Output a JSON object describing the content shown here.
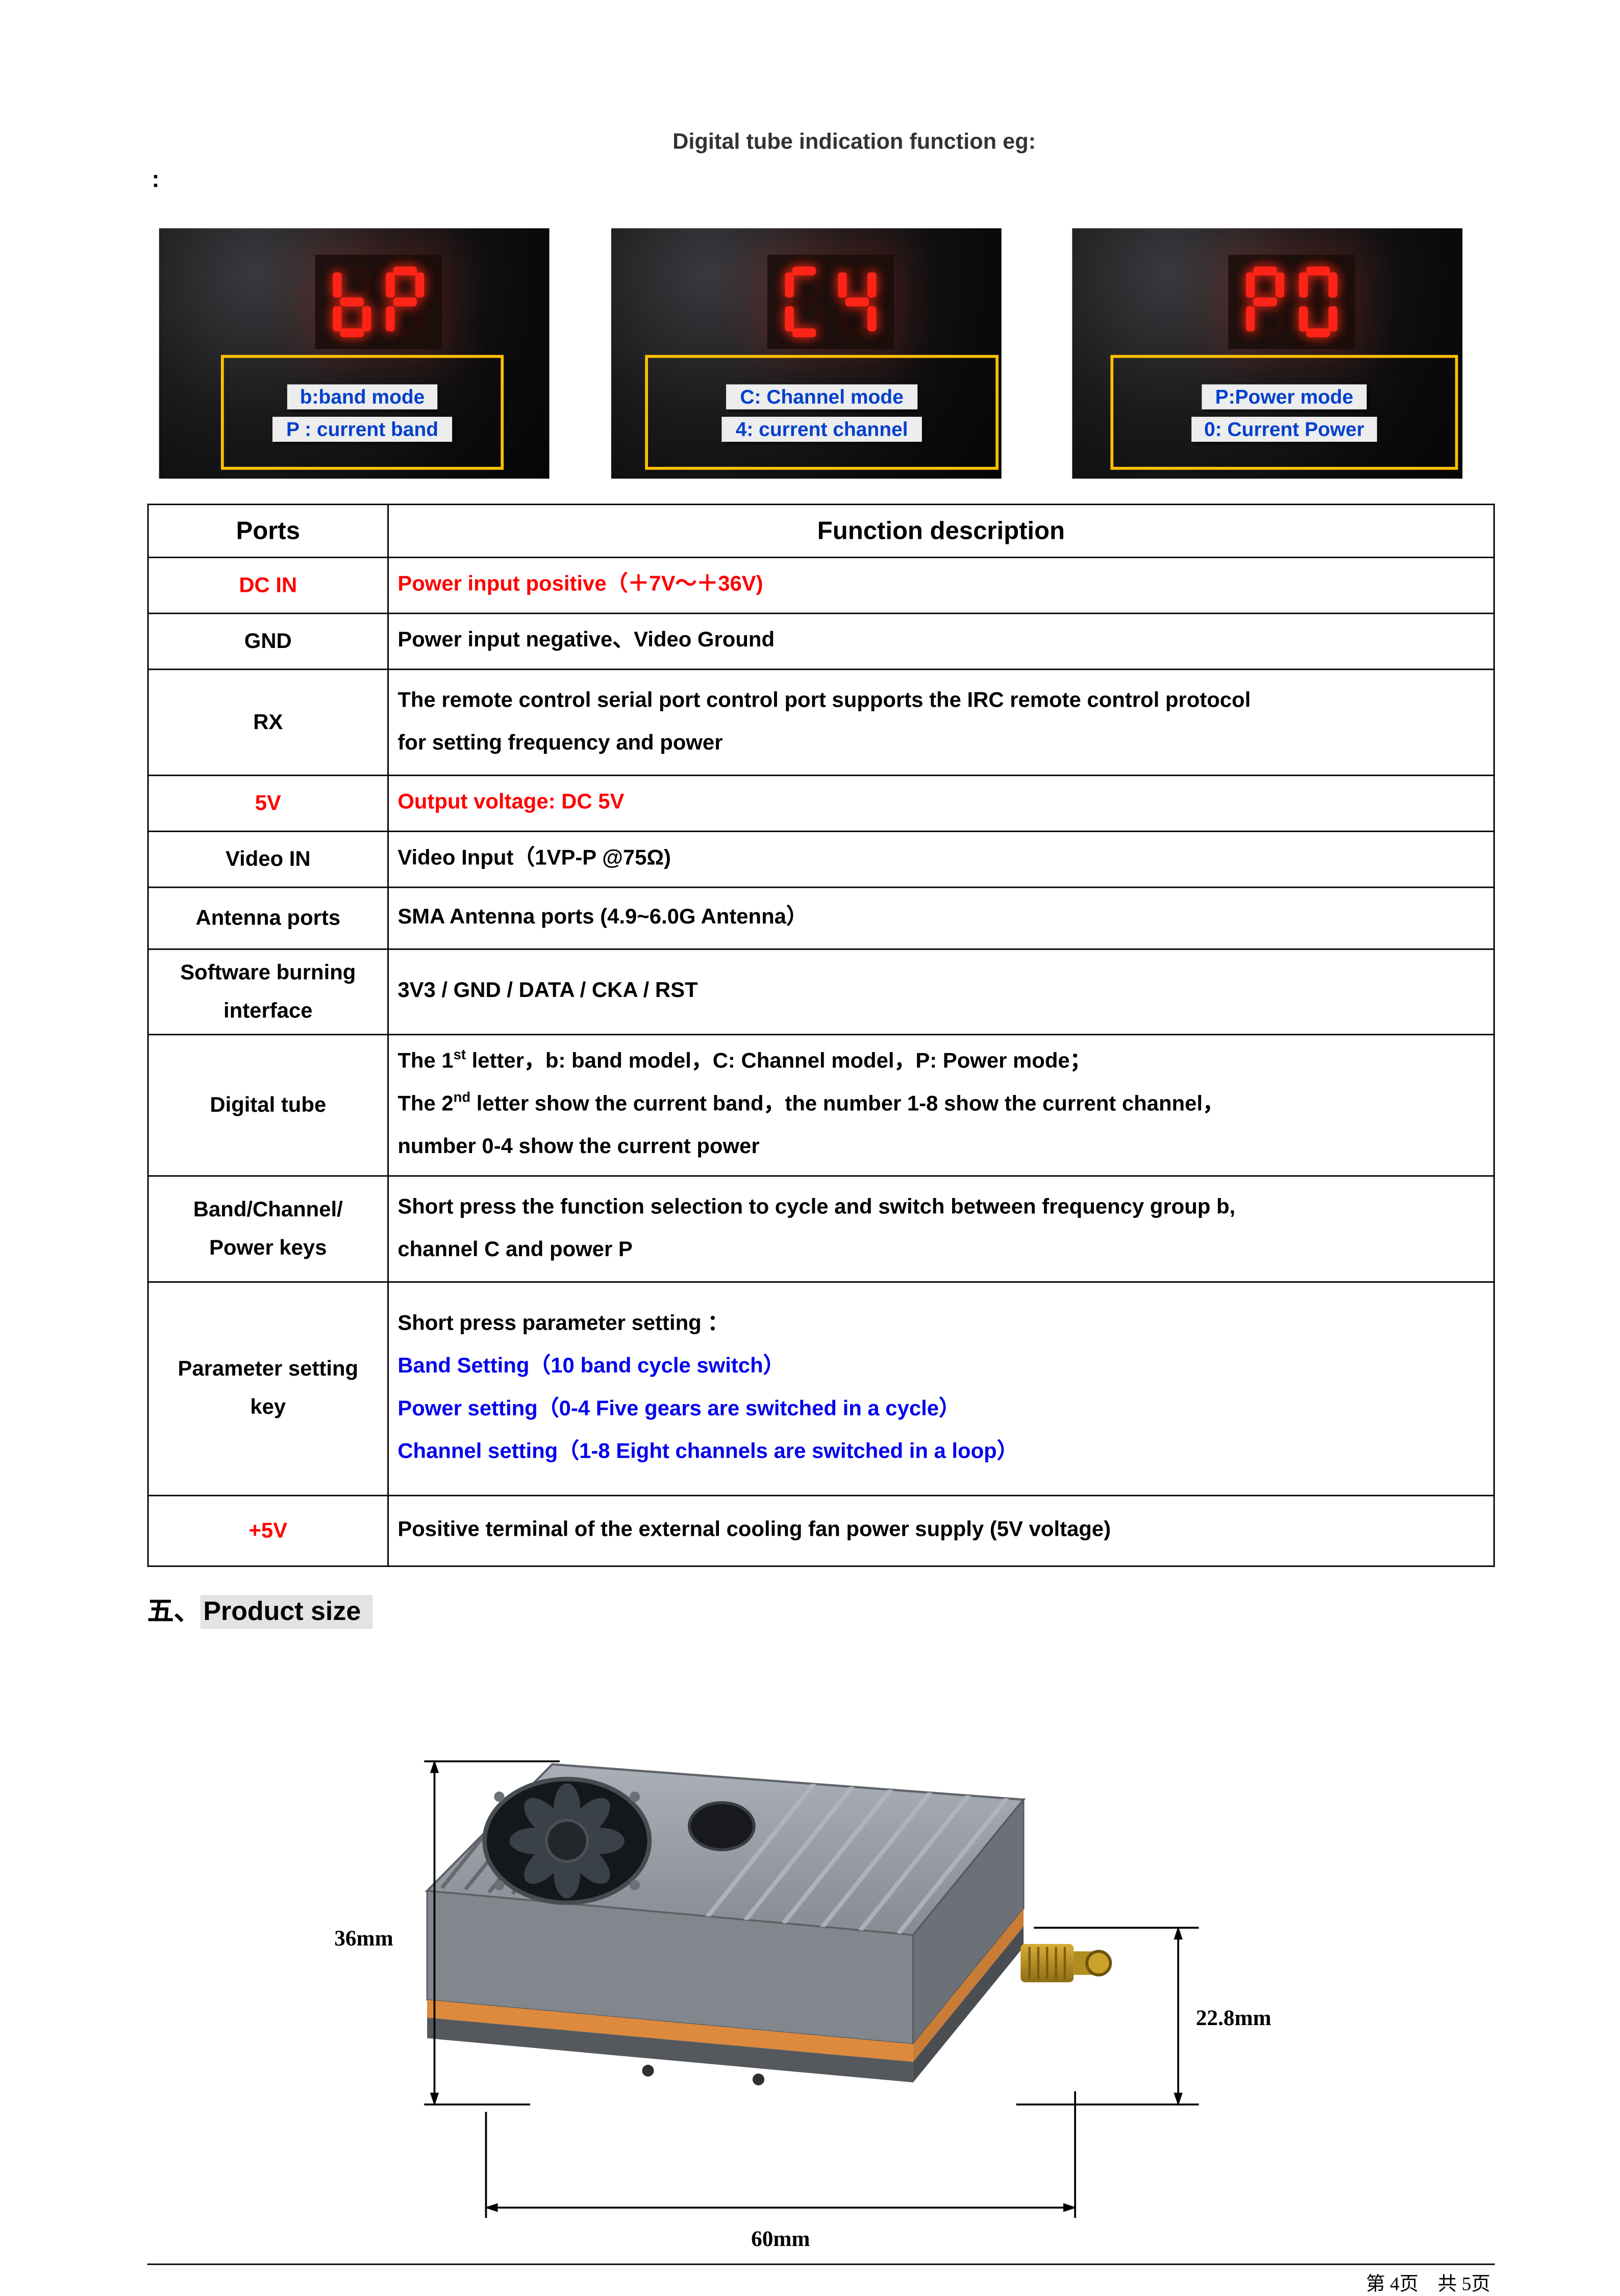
{
  "colors": {
    "red": "#ff0000",
    "blue": "#0000ee",
    "chip_blue": "#0040cc",
    "yellow": "#ffc000"
  },
  "title": "Digital tube indication function eg:",
  "colon": ":",
  "photos": [
    {
      "display": "bP",
      "labels": [
        "b:band mode",
        "P : current band"
      ]
    },
    {
      "display": "C4",
      "labels": [
        "C: Channel mode",
        "4: current channel"
      ]
    },
    {
      "display": "P0",
      "labels": [
        "P:Power mode",
        "0: Current Power"
      ]
    }
  ],
  "table": {
    "headers": [
      "Ports",
      "Function description"
    ],
    "rows": [
      {
        "port": {
          "lines": [
            "DC IN"
          ],
          "color": "red"
        },
        "desc": {
          "color": "red",
          "lines": [
            {
              "segs": [
                {
                  "t": " Power input positive（＋7V～＋36V)"
                }
              ]
            }
          ]
        }
      },
      {
        "port": {
          "lines": [
            "GND"
          ]
        },
        "desc": {
          "lines": [
            {
              "segs": [
                {
                  "t": " Power input negative、Video Ground"
                }
              ]
            }
          ]
        }
      },
      {
        "port": {
          "lines": [
            "RX"
          ]
        },
        "desc": {
          "lines": [
            {
              "segs": [
                {
                  "t": " The remote control serial port control port supports the IRC remote control protocol"
                }
              ]
            },
            {
              "segs": [
                {
                  "t": "for setting frequency and power"
                }
              ]
            }
          ]
        }
      },
      {
        "port": {
          "lines": [
            "5V"
          ],
          "color": "red"
        },
        "desc": {
          "color": "red",
          "lines": [
            {
              "segs": [
                {
                  "t": " Output voltage: DC 5V"
                }
              ]
            }
          ]
        }
      },
      {
        "port": {
          "lines": [
            "Video IN"
          ]
        },
        "desc": {
          "lines": [
            {
              "segs": [
                {
                  "t": " Video Input（1VP-P @75Ω)"
                }
              ]
            }
          ]
        }
      },
      {
        "port": {
          "lines": [
            "Antenna ports"
          ]
        },
        "desc": {
          "lines": [
            {
              "segs": [
                {
                  "t": " SMA Antenna ports (4.9~6.0G Antenna）"
                }
              ]
            }
          ]
        }
      },
      {
        "port": {
          "lines": [
            "Software burning",
            "interface"
          ]
        },
        "desc": {
          "lines": [
            {
              "segs": [
                {
                  "t": " 3V3 / GND / DATA / CKA / RST"
                }
              ]
            }
          ]
        }
      },
      {
        "port": {
          "lines": [
            "Digital tube"
          ]
        },
        "desc": {
          "lines": [
            {
              "segs": [
                {
                  "t": " The 1"
                },
                {
                  "t": "st",
                  "sup": true
                },
                {
                  "t": " letter，b: band model，C: Channel model，P: Power mode；"
                }
              ]
            },
            {
              "segs": [
                {
                  "t": " The 2"
                },
                {
                  "t": "nd",
                  "sup": true
                },
                {
                  "t": " letter show the current band，the number 1-8 show the current channel，"
                }
              ]
            },
            {
              "segs": [
                {
                  "t": "number 0-4 show the current power"
                }
              ]
            }
          ]
        }
      },
      {
        "port": {
          "lines": [
            "Band/Channel/",
            "Power keys"
          ]
        },
        "desc": {
          "lines": [
            {
              "segs": [
                {
                  "t": " Short press the function selection to cycle and switch between frequency group b,"
                }
              ]
            },
            {
              "segs": [
                {
                  "t": "channel C and power P"
                }
              ]
            }
          ]
        }
      },
      {
        "port": {
          "lines": [
            "Parameter setting",
            "key"
          ]
        },
        "desc": {
          "lines": [
            {
              "segs": [
                {
                  "t": " Short press parameter setting ："
                }
              ]
            },
            {
              "color": "blue",
              "segs": [
                {
                  "t": "Band Setting（10 band cycle switch）"
                }
              ]
            },
            {
              "color": "blue",
              "segs": [
                {
                  "t": "Power setting（0-4 Five gears are switched in a cycle）"
                }
              ]
            },
            {
              "color": "blue",
              "segs": [
                {
                  "t": "Channel setting（1-8 Eight channels are switched in a loop）"
                }
              ]
            }
          ]
        }
      },
      {
        "port": {
          "lines": [
            "+5V"
          ],
          "color": "red"
        },
        "desc": {
          "lines": [
            {
              "segs": [
                {
                  "t": " Positive terminal of the external cooling fan power supply (5V voltage)"
                }
              ]
            }
          ]
        }
      }
    ]
  },
  "section": {
    "prefix": "五、",
    "title": "Product size "
  },
  "dimensions": {
    "height": "36mm",
    "connector": "22.8mm",
    "width": "60mm"
  },
  "footer": "第 4页　共 5页"
}
